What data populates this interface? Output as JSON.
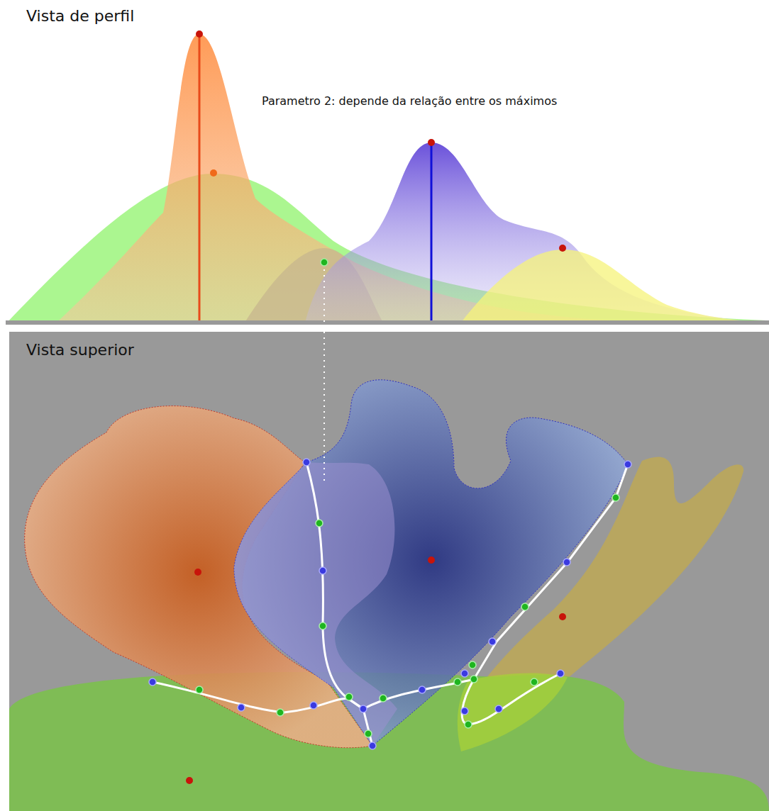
{
  "diagram": {
    "labels": [
      "Vista de perfil",
      "Parametro 2: depende da relação entre os máximos",
      "Vista superior"
    ]
  }
}
